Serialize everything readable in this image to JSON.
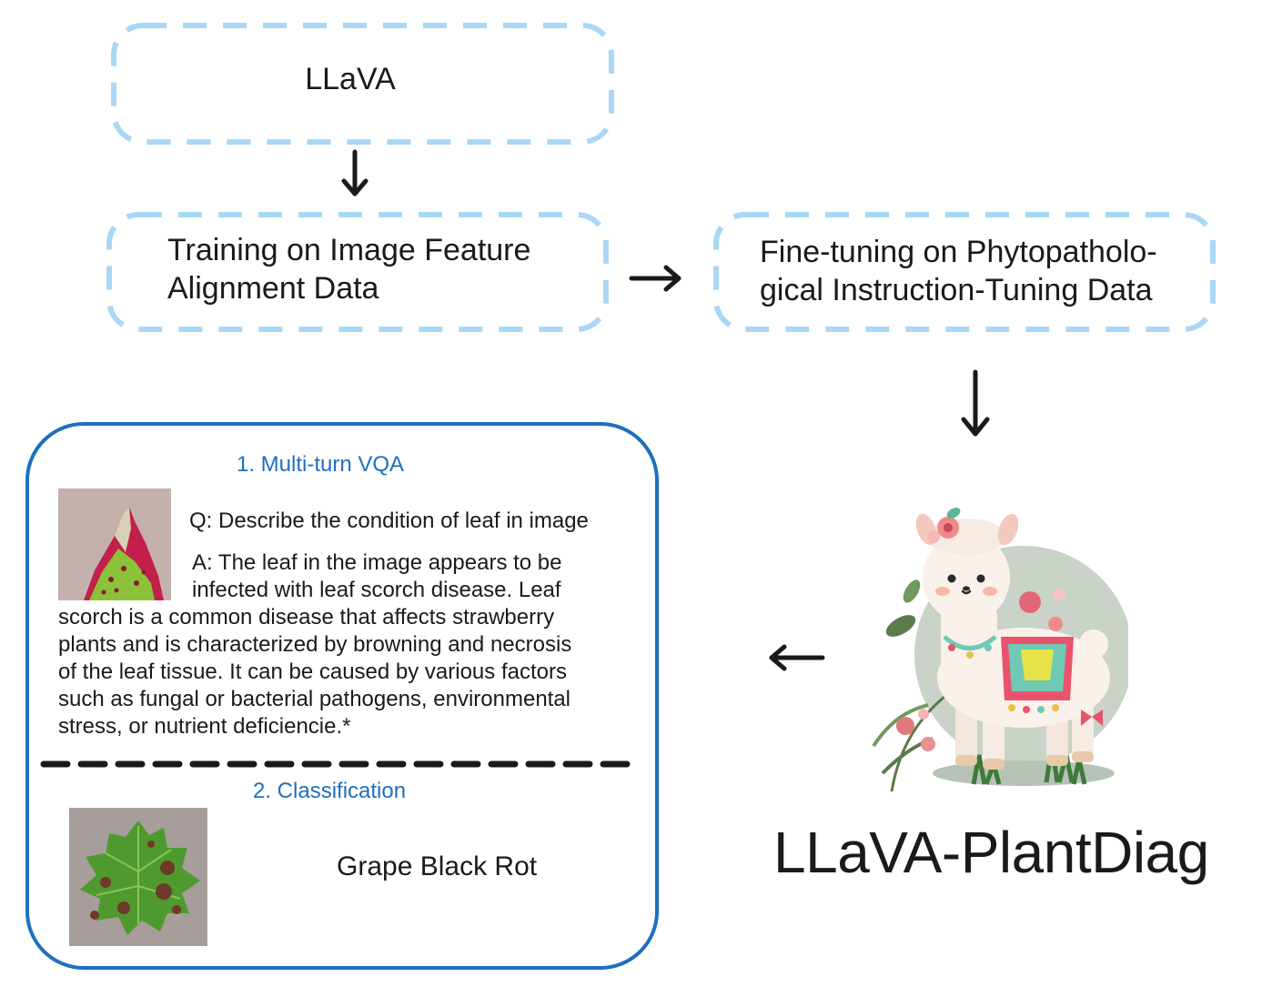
{
  "nodes": {
    "llava": "LLaVA",
    "training_line1": "Training on Image Feature",
    "training_line2": "Alignment Data",
    "finetune_line1": "Fine-tuning on Phytopatholo-",
    "finetune_line2": "gical Instruction-Tuning Data"
  },
  "panel": {
    "vqa_title": "1. Multi-turn VQA",
    "question": "Q: Describe the condition of leaf in image",
    "answer_line1": "A: The leaf in the image appears to be",
    "answer_line2": "infected with leaf scorch disease. Leaf",
    "answer_rest_1": "scorch is a common disease that affects strawberry",
    "answer_rest_2": "plants and is characterized by browning and  necrosis",
    "answer_rest_3": "of the leaf tissue. It can be caused by  various factors",
    "answer_rest_4": "such as fungal or bacterial pathogens, environmental",
    "answer_rest_5": "stress, or nutrient deficiencie.*",
    "classification_title": "2. Classification",
    "classification_result": "Grape Black Rot"
  },
  "model_name": "LLaVA-PlantDiag",
  "colors": {
    "dash_box": "#a9d8f7",
    "panel_border": "#1e6fbf",
    "section_title": "#1e6fbf",
    "arrow": "#1a1a1a"
  }
}
